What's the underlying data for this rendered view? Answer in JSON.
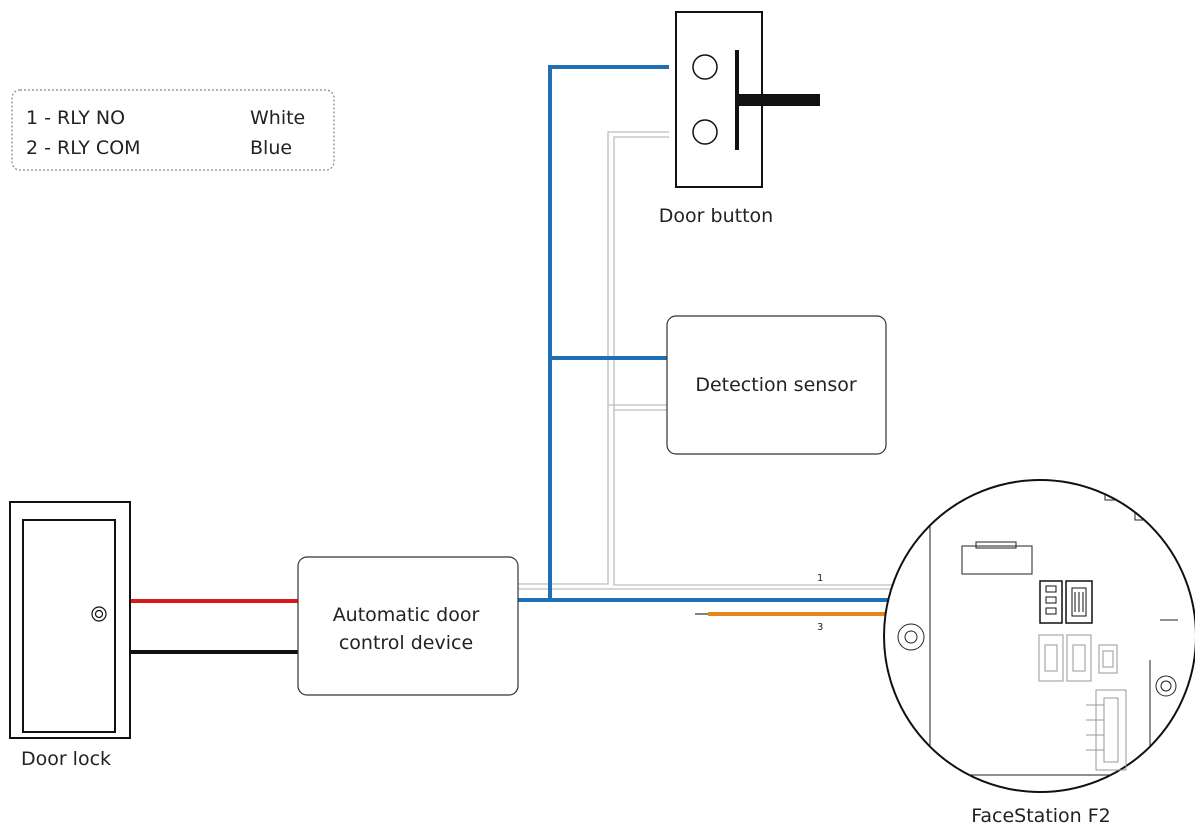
{
  "legend": {
    "rows": [
      {
        "pin": "1 -  RLY NO",
        "color": "White"
      },
      {
        "pin": "2 -  RLY COM",
        "color": "Blue"
      }
    ]
  },
  "components": {
    "door_button": "Door button",
    "detection_sensor": "Detection sensor",
    "door_lock": "Door lock",
    "control_device_line1": "Automatic door",
    "control_device_line2": "control device",
    "facestation": "FaceStation F2"
  },
  "wire_numbers": {
    "wire1": "1",
    "wire3": "3"
  },
  "colors": {
    "blue_wire": "#1f6fb5",
    "white_wire": "#bfbfbf",
    "orange_wire": "#e8861a",
    "red_wire": "#d7191c",
    "black_wire": "#111111"
  }
}
